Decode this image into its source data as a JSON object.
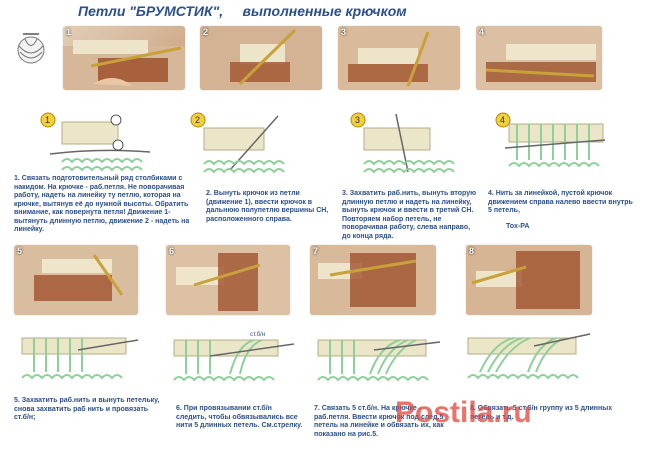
{
  "title": "Петли \"БРУМСТИК\",     выполненные крючком",
  "colors": {
    "text": "#2b4f8a",
    "yarn": "#a0522d",
    "diagram_green": "#8fcf9a",
    "hook": "#c9a13b",
    "ruler": "#ece6c8",
    "watermark": "#e2433a"
  },
  "steps": [
    {
      "num": "1",
      "caption": "1. Связать подготовительный ряд столбиками с накидом.  На крючке - раб.петля. Не поворачивая работу, надеть на линейку ту петлю, которая на крючке, вытянув её до нужной высоты. Обратить внимание, как повернута петля! Движение 1- вытянуть длинную петлю, движение 2 - надеть на линейку."
    },
    {
      "num": "2",
      "caption": "2. Вынуть крючок из петли (движение 1), ввести крючок в дальнюю полупетлю вершины СН, расположенного справа."
    },
    {
      "num": "3",
      "caption": "3. Захватить раб.нить, вынуть вторую длинную петлю и надеть на линейку, вынуть крючок и ввести в третий СН. Повторяем набор петель, не поворачивая работу, слева направо, до конца ряда."
    },
    {
      "num": "4",
      "caption": "4. Нить за линейкой, пустой крючок движением справа налево ввести внутрь 5 петель,"
    },
    {
      "num": "5",
      "caption": "5. Захватить раб.нить и вынуть петельку, снова захватить раб нить и провязать ст.б/н;"
    },
    {
      "num": "6",
      "caption": "6. При провязывании ст.б/н следить, чтобы обвязывались все нити 5 длинных петель.  См.стрелку.",
      "label": "ст.б/н"
    },
    {
      "num": "7",
      "caption": "7. Связать 5 ст.б/н. На крючке - раб.петля. Ввести крючок под след.5 петель на линейке и обвязать их, как показано на рис.5."
    },
    {
      "num": "8",
      "caption": "8. Обвязать 5 ст.б/н группу из 5 длинных петель и т.д."
    }
  ],
  "author": "Tox-PA",
  "watermark": "Postila.ru"
}
